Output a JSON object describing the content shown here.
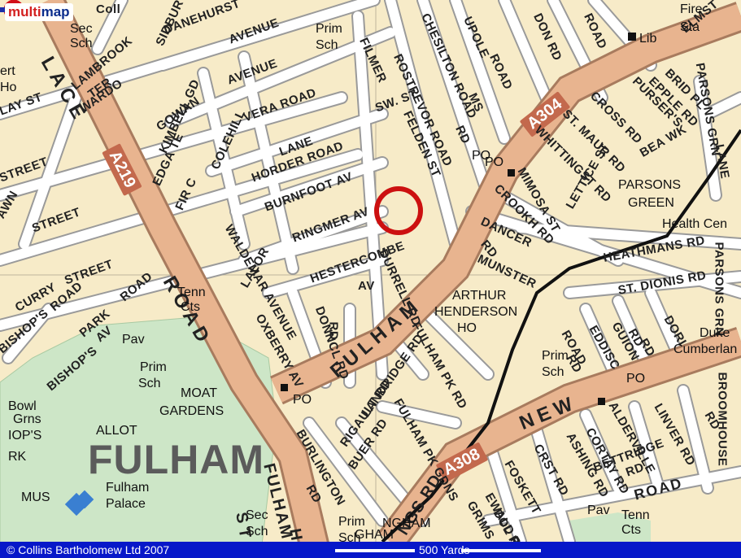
{
  "logo": {
    "part1": "multi",
    "part2": "map"
  },
  "roads": {
    "a219": "A219",
    "a304": "A304",
    "a308": "A308",
    "fulham_road": "FULHAM",
    "road_word": "ROAD",
    "fulham_vert": "FULHAM",
    "high": "HIG",
    "st": "ST",
    "new": "NEW",
    "kings_rd": "NGS RD",
    "road_e": "ROAD",
    "palace": "LACE"
  },
  "streets": [
    "Coll",
    "DANEHURST",
    "AVENUE",
    "AVENUE",
    "LAMBROOK",
    "TER",
    "WARDO",
    "SIDBURY ST",
    "FILMER",
    "CHESILTON ROAD",
    "UPOLE",
    "ROAD",
    "DON RD",
    "ROAD",
    "VERA ROAD",
    "GOWAN",
    "LANE",
    "KIMBELL GD",
    "COLEHILL",
    "HORDER ROAD",
    "BURNFOOT AV",
    "EDGA TE",
    "FIR C",
    "RINGMER AV",
    "WALDEMAR AVENUE",
    "LALOR",
    "HESTERCOMBE",
    "DURRELL RD",
    "AV",
    "OXBERRY AV",
    "DONNCL RD",
    "RD",
    "SW. ST",
    "ROSTREVOR ROAD",
    "FELDEN ST",
    "RD",
    "MS",
    "ST. MAUR RD",
    "CROSS RD",
    "PURSER'S",
    "EPPLE RD",
    "BRID PL",
    "ELMST",
    "PARSONS GRN",
    "LANE",
    "WHITTINGST RD",
    "MIMOSA ST",
    "CROOKH RD",
    "DANCER",
    "LETTICE ST",
    "MUNSTER",
    "RD",
    "BEA WK",
    "HEATHMANS RD",
    "ST. DIONIS RD",
    "DORI",
    "GUION",
    "EDDISC",
    "ROAD",
    "RD",
    "RD",
    "RD",
    "PARSONS GRN",
    "LANDRIDGE RD",
    "FULHAM PK RD",
    "FULHAM PK GDNS",
    "RIGAULT RD",
    "BUER RD",
    "BURLINGTON",
    "RD",
    "GRIMS",
    "EWALD RD",
    "DOL RD",
    "FOSKETT",
    "CRST RD",
    "ASHING RD",
    "CORTAY RD",
    "BETTRIDGE",
    "RD",
    "ALDERVILLE",
    "LINVER RD",
    "RD",
    "BROOMHOUSE",
    "STREET",
    "STREET",
    "STREET",
    "LAY ST",
    "ROAD",
    "PARK",
    "ROAD",
    "CURRY",
    "BISHOP'S",
    "AV",
    "BISHOP'S",
    "AWN"
  ],
  "pois": [
    "Sec",
    "Sch",
    "Prim",
    "Sch",
    "ert",
    "Ho",
    "Lib",
    "Fire",
    "Sta",
    "PO",
    "PARSONS",
    "GREEN",
    "Health Cen",
    "Tenn",
    "Cts",
    "Pav",
    "Prim",
    "Sch",
    "MOAT",
    "GARDENS",
    "ALLOT",
    "Bowl",
    "Grns",
    "IOP'S",
    "RK",
    "MUS",
    "Fulham",
    "Palace",
    "PO",
    "ARTHUR",
    "HENDERSON",
    "HO",
    "Prim",
    "Sch",
    "PO",
    "Duke",
    "Cumberlan",
    "Sec",
    "Sch",
    "Prim",
    "Sch",
    "Pav",
    "Tenn",
    "Cts",
    "PO",
    "FULHAM",
    "GHAM",
    "NGHAM"
  ],
  "footer": {
    "copyright": "© Collins Bartholomew Ltd 2007",
    "scale_label": "500 Yards"
  },
  "colors": {
    "land": "#f7ebc8",
    "street": "#ffffff",
    "street_casing": "#9a9a9a",
    "main_road": "#e8b48f",
    "park": "#cde6c7",
    "rail": "#111111",
    "marker": "#cc1010",
    "footer": "#0718c9"
  }
}
